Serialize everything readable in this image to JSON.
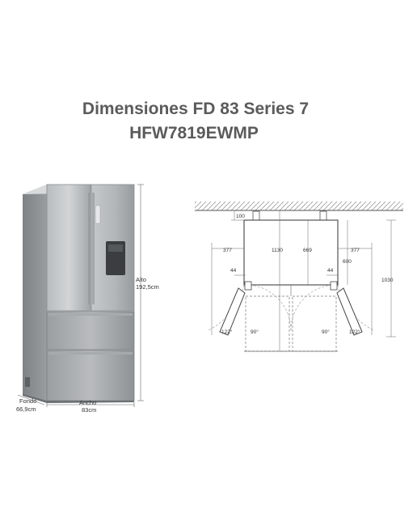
{
  "header": {
    "title_line1": "Dimensiones FD 83 Series 7",
    "title_line2": "HFW7819EWMP"
  },
  "fridge_view": {
    "height_label": "Alto",
    "height_value": "192,5cm",
    "depth_label": "Fondo",
    "depth_value": "66,9cm",
    "width_label": "Ancho",
    "width_value": "83cm"
  },
  "plan_view": {
    "wall_gap": "100",
    "side_left": "377",
    "side_right": "377",
    "depth_closed": "1130",
    "body_depth": "669",
    "door_clearance": "600",
    "open_depth": "1030",
    "hinge_left": "44",
    "hinge_right": "44",
    "angle_outer_left": "122°",
    "angle_inner_left": "90°",
    "angle_inner_right": "90°",
    "angle_outer_right": "122°"
  },
  "colors": {
    "title": "#5b5b5b",
    "steel_light": "#c9cbcd",
    "steel_dark": "#8e9194",
    "line": "#555555"
  }
}
